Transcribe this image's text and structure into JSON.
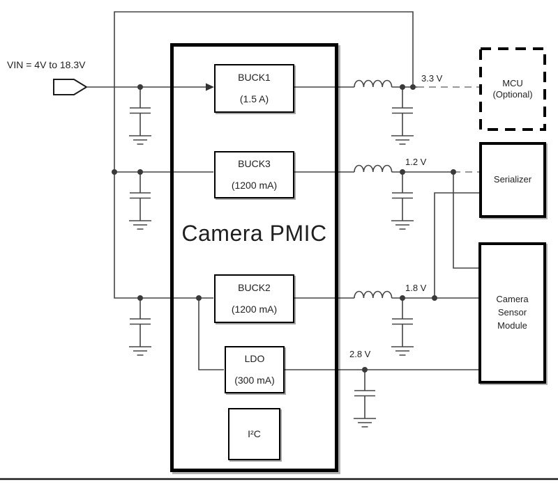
{
  "vin": {
    "label": "VIN = 4V to 18.3V"
  },
  "pmic": {
    "title": "Camera PMIC",
    "blocks": {
      "buck1": {
        "name": "BUCK1",
        "rating": "(1.5 A)"
      },
      "buck3": {
        "name": "BUCK3",
        "rating": "(1200 mA)"
      },
      "buck2": {
        "name": "BUCK2",
        "rating": "(1200 mA)"
      },
      "ldo": {
        "name": "LDO",
        "rating": "(300 mA)"
      },
      "i2c": {
        "name": "I²C"
      }
    }
  },
  "rails": {
    "v33": {
      "label": "3.3 V"
    },
    "v12": {
      "label": "1.2 V"
    },
    "v18": {
      "label": "1.8 V"
    },
    "v28": {
      "label": "2.8 V"
    }
  },
  "external": {
    "mcu": {
      "name": "MCU",
      "note": "(Optional)"
    },
    "serializer": {
      "name": "Serializer"
    },
    "camera": {
      "name": "Camera Sensor Module"
    }
  },
  "colors": {
    "wire": "#444444",
    "dashed_wire": "#777777",
    "box_border": "#000000",
    "text": "#1f1f1f",
    "background": "#ffffff"
  }
}
